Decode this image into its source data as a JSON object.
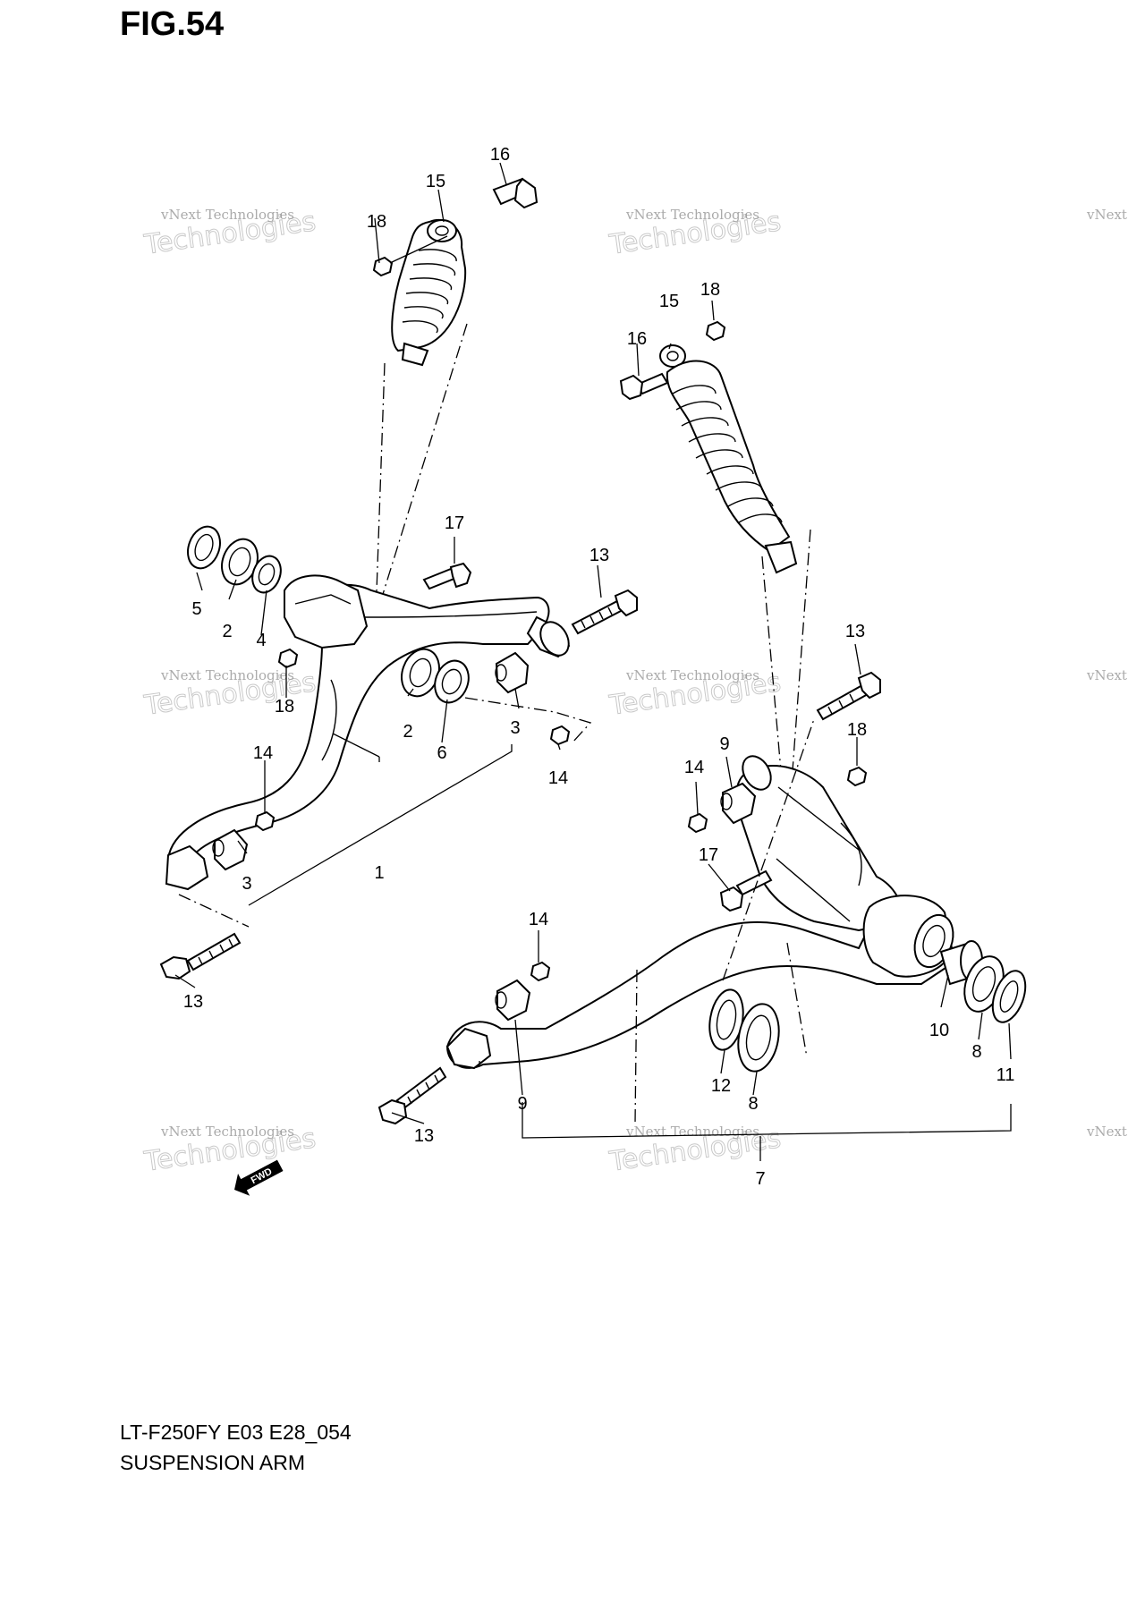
{
  "figure": {
    "title": "FIG.54",
    "model_code": "LT-F250FY E03 E28_054",
    "part_name": "SUSPENSION ARM"
  },
  "watermark": {
    "line1": "vNext Technologies",
    "line2": "Technologies",
    "small": "vNext"
  },
  "fwd_label": "FWD",
  "callouts": {
    "left_arm": {
      "c16": "16",
      "c15": "15",
      "c18a": "18",
      "c17": "17",
      "c13a": "13",
      "c5": "5",
      "c2a": "2",
      "c4": "4",
      "c18b": "18",
      "c2b": "2",
      "c6": "6",
      "c3a": "3",
      "c14a": "14",
      "c14b": "14",
      "c3b": "3",
      "c1": "1",
      "c13b": "13"
    },
    "right_arm": {
      "c15": "15",
      "c18a": "18",
      "c16": "16",
      "c13a": "13",
      "c18b": "18",
      "c9a": "9",
      "c14a": "14",
      "c17": "17",
      "c14b": "14",
      "c10": "10",
      "c8a": "8",
      "c11": "11",
      "c12": "12",
      "c8b": "8",
      "c9b": "9",
      "c13b": "13",
      "c7": "7"
    }
  }
}
